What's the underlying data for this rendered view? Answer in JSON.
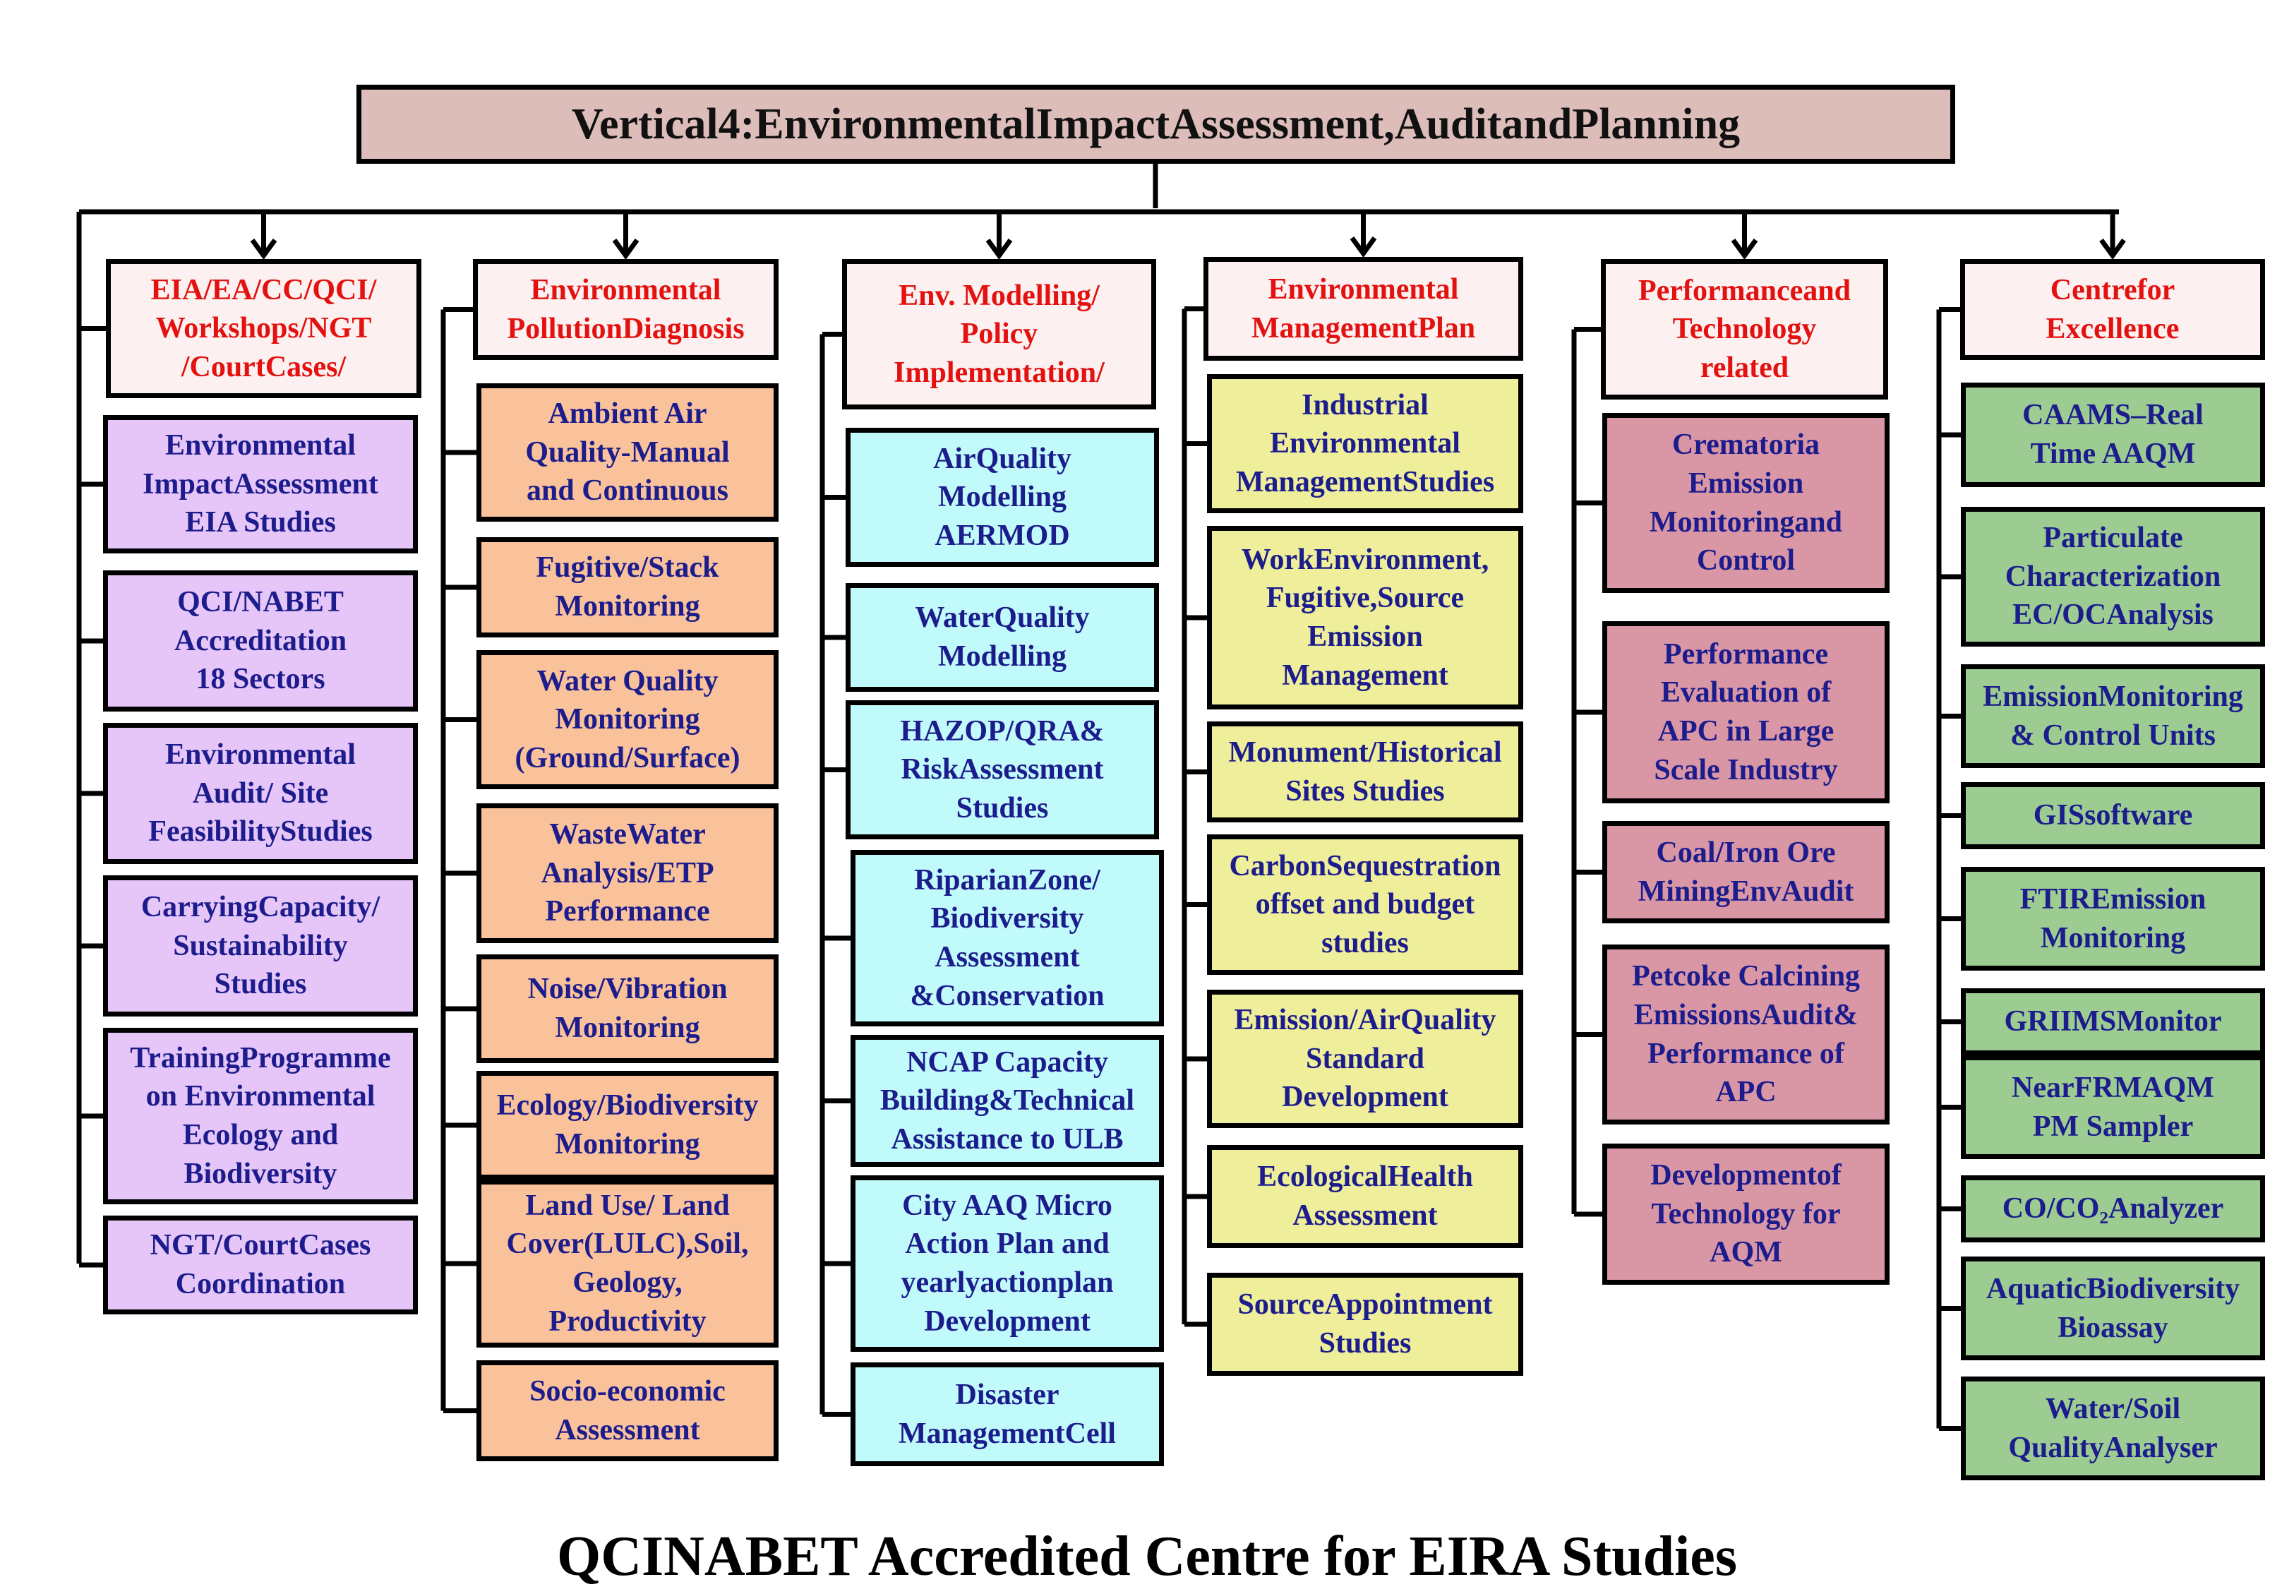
{
  "title": "Vertical4:EnvironmentalImpactAssessment,AuditandPlanning",
  "footer": "QCINABET Accredited Centre for EIRA Studies",
  "colors": {
    "title_fill": "#dcbdba",
    "header_fill": "#fcf1f0",
    "header_text": "#e3110f",
    "item_text": "#1c1c8c",
    "purple": "#e6c6f8",
    "orange": "#f9c29a",
    "cyan": "#c1fafb",
    "yellow": "#eeee9b",
    "pink": "#d996a5",
    "green": "#9ccc92"
  },
  "columns": [
    {
      "header": "EIA/EA/CC/QCI/\nWorkshops/NGT\n/CourtCases/",
      "color": "purple",
      "items": [
        "Environmental\nImpactAssessment\nEIA Studies",
        "QCI/NABET\nAccreditation\n18 Sectors",
        "Environmental\nAudit/ Site\nFeasibilityStudies",
        "CarryingCapacity/\nSustainability\nStudies",
        "TrainingProgramme\non Environmental\nEcology and\nBiodiversity",
        "NGT/CourtCases\nCoordination"
      ]
    },
    {
      "header": "Environmental\nPollutionDiagnosis",
      "color": "orange",
      "items": [
        "Ambient Air\nQuality-Manual\nand Continuous",
        "Fugitive/Stack\nMonitoring",
        "Water Quality\nMonitoring\n(Ground/Surface)",
        "WasteWater\nAnalysis/ETP\nPerformance",
        "Noise/Vibration\nMonitoring",
        "Ecology/Biodiversity\nMonitoring",
        "Land Use/ Land\nCover(LULC),Soil,\nGeology,\nProductivity",
        "Socio-economic\nAssessment"
      ]
    },
    {
      "header": "Env. Modelling/\nPolicy\nImplementation/",
      "color": "cyan",
      "items": [
        "AirQuality\nModelling\nAERMOD",
        "WaterQuality\nModelling",
        "HAZOP/QRA&\nRiskAssessment\nStudies",
        "RiparianZone/\nBiodiversity\nAssessment\n&Conservation",
        "NCAP Capacity\nBuilding&Technical\nAssistance to ULB",
        "City AAQ Micro\nAction Plan and\nyearlyactionplan\nDevelopment",
        "Disaster\nManagementCell"
      ]
    },
    {
      "header": "Environmental\nManagementPlan",
      "color": "yellow",
      "items": [
        "Industrial\nEnvironmental\nManagementStudies",
        "WorkEnvironment,\nFugitive,Source\nEmission\nManagement",
        "Monument/Historical\nSites Studies",
        "CarbonSequestration\noffset and budget\nstudies",
        "Emission/AirQuality\nStandard\nDevelopment",
        "EcologicalHealth\nAssessment",
        "SourceAppointment\nStudies"
      ]
    },
    {
      "header": "Performanceand\nTechnology\nrelated",
      "color": "pink",
      "items": [
        "Crematoria\nEmission\nMonitoringand\nControl",
        "Performance\nEvaluation   of\nAPC  in  Large\nScale Industry",
        "Coal/Iron Ore\nMiningEnvAudit",
        "Petcoke Calcining\nEmissionsAudit&\nPerformance of\nAPC",
        "Developmentof\nTechnology for\nAQM"
      ]
    },
    {
      "header": "Centrefor\nExcellence",
      "color": "green",
      "items": [
        "CAAMS–Real\nTime AAQM",
        "Particulate\nCharacterization\nEC/OCAnalysis",
        "EmissionMonitoring\n& Control Units",
        "GISsoftware",
        "FTIREmission\nMonitoring",
        "GRIIMSMonitor",
        "NearFRMAQM\nPM Sampler",
        "CO/CO₂Analyzer",
        "AquaticBiodiversity\nBioassay",
        "Water/Soil\nQualityAnalyser"
      ]
    }
  ]
}
